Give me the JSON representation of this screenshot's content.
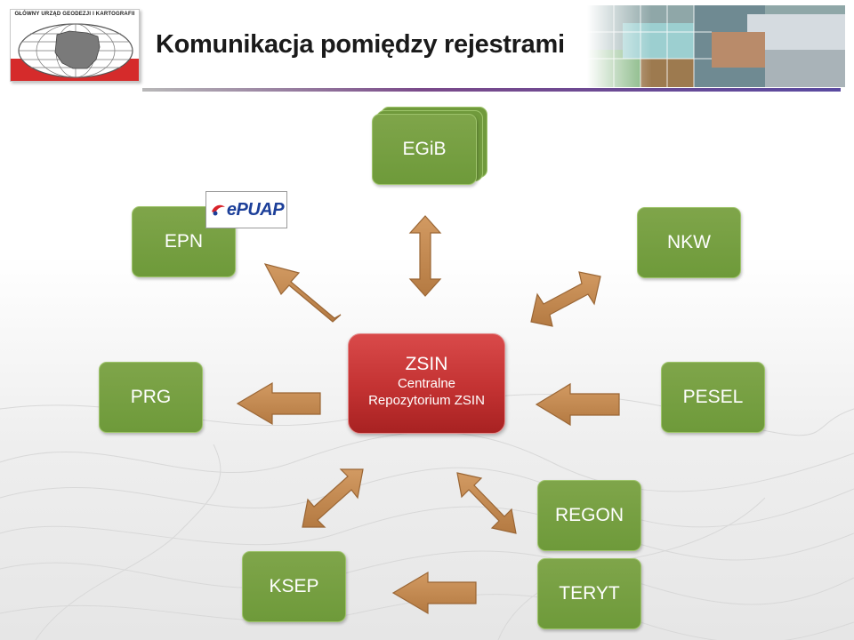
{
  "header": {
    "title": "Komunikacja pomiędzy rejestrami",
    "logo_text": "GŁÓWNY URZĄD GEODEZJI I KARTOGRAFII"
  },
  "diagram": {
    "center": {
      "title": "ZSIN",
      "subtitle_line1": "Centralne",
      "subtitle_line2": "Repozytorium ZSIN"
    },
    "nodes": {
      "egib": "EGiB",
      "epn": "EPN",
      "nkw": "NKW",
      "prg": "PRG",
      "pesel": "PESEL",
      "regon": "REGON",
      "ksep": "KSEP",
      "teryt": "TERYT"
    },
    "badge": {
      "name": "ePUAP"
    }
  },
  "colors": {
    "node_green": "#6e9a3a",
    "center_red": "#c33232",
    "arrow_fill": "#c68b52",
    "arrow_stroke": "#9a6635"
  }
}
